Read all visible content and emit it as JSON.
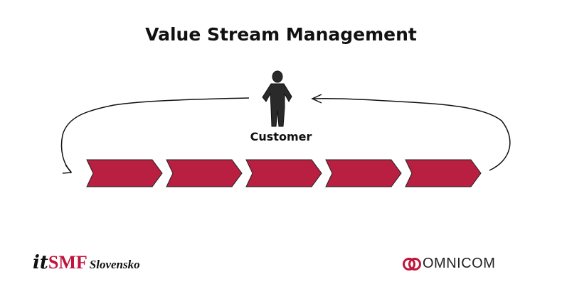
{
  "title": "Value Stream Management",
  "customer_label": "Customer",
  "stages_count": 5,
  "colors": {
    "chevron": "#b81f40",
    "brand_red": "#c0143c"
  },
  "logos": {
    "itsmf": {
      "it": "it",
      "smf": "SMF",
      "region": "Slovensko"
    },
    "omnicom": {
      "text": "OMNICOM"
    }
  }
}
